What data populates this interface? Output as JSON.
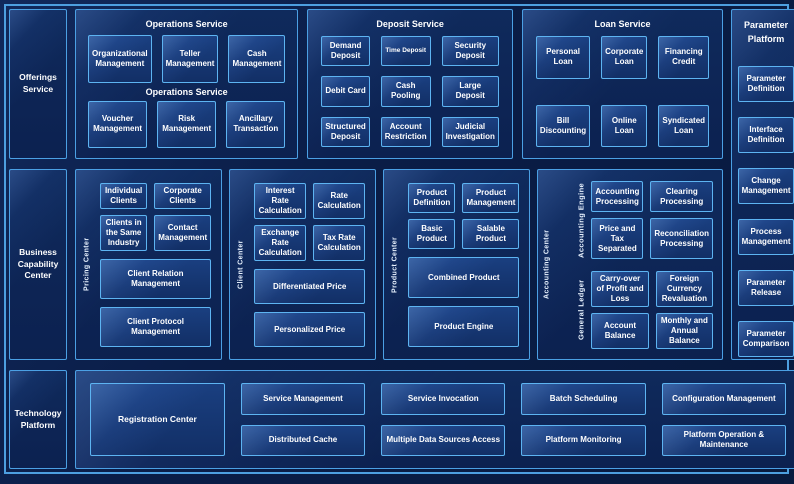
{
  "left_rail": {
    "offerings": "Offerings Service",
    "business": "Business Capability Center",
    "technology": "Technology Platform"
  },
  "operations": {
    "title": "Operations Service",
    "subtitle": "Operations Service",
    "row1": [
      "Organizational Management",
      "Teller Management",
      "Cash Management"
    ],
    "row2": [
      "Voucher Management",
      "Risk Management",
      "Ancillary Transaction"
    ]
  },
  "deposit": {
    "title": "Deposit Service",
    "boxes": [
      "Demand Deposit",
      "Time Deposit",
      "Security Deposit",
      "Debit Card",
      "Cash Pooling",
      "Large Deposit",
      "Structured Deposit",
      "Account Restriction",
      "Judicial Investigation"
    ]
  },
  "loan": {
    "title": "Loan Service",
    "boxes": [
      "Personal Loan",
      "Corporate Loan",
      "Financing Credit",
      "Bill Discounting",
      "Online Loan",
      "Syndicated Loan"
    ]
  },
  "parameter_platform": {
    "title": "Parameter Platform",
    "boxes": [
      "Parameter Definition",
      "Interface Definition",
      "Change Management",
      "Process Management",
      "Parameter Release",
      "Parameter Comparison"
    ]
  },
  "pricing_center": {
    "label": "Pricing Center",
    "small": [
      "Individual Clients",
      "Corporate Clients",
      "Clients in the Same Industry",
      "Contact Management"
    ],
    "wide": [
      "Client Relation Management",
      "Client Protocol Management"
    ]
  },
  "client_center": {
    "label": "Client Center",
    "small": [
      "Interest Rate Calculation",
      "Rate Calculation",
      "Exchange Rate Calculation",
      "Tax Rate Calculation"
    ],
    "wide": [
      "Differentiated Price",
      "Personalized Price"
    ]
  },
  "product_center": {
    "label": "Product Center",
    "small": [
      "Product Definition",
      "Product Management",
      "Basic Product",
      "Salable Product"
    ],
    "wide": [
      "Combined Product",
      "Product Engine"
    ]
  },
  "accounting_center": {
    "label": "Accounting Center",
    "engine": {
      "label": "Accounting Engine",
      "boxes": [
        "Accounting Processing",
        "Clearing Processing",
        "Price and Tax Separated",
        "Reconciliation Processing"
      ]
    },
    "ledger": {
      "label": "General Ledger",
      "boxes": [
        "Carry-over of Profit and Loss",
        "Foreign Currency Revaluation",
        "Account Balance",
        "Monthly and Annual Balance"
      ]
    }
  },
  "technology": {
    "registration": "Registration Center",
    "col1": [
      "Service Management",
      "Distributed Cache"
    ],
    "col2": [
      "Service Invocation",
      "Multiple Data Sources Access"
    ],
    "col3": [
      "Batch Scheduling",
      "Platform Monitoring"
    ],
    "col4": [
      "Configuration Management",
      "Platform Operation & Maintenance"
    ]
  },
  "colors": {
    "background": "#0a1d47",
    "frame_border": "#4d9fe0",
    "panel_border": "#4ba0e4",
    "box_border": "#5db4f2",
    "box_fill": "#16356e",
    "text": "#ffffff"
  }
}
